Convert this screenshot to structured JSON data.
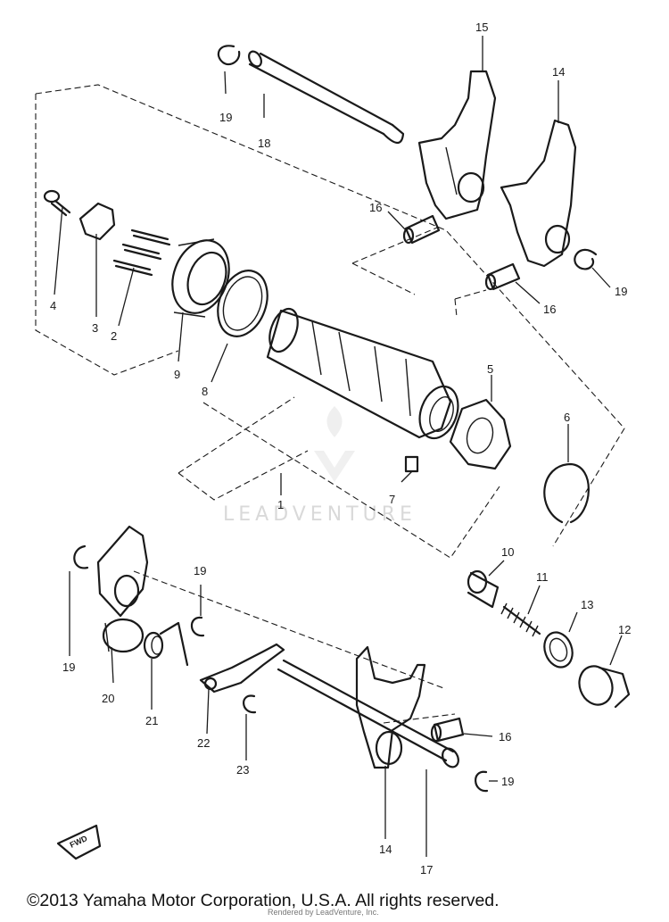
{
  "diagram": {
    "watermark": "LEADVENTURE",
    "fwd_label": "FWD",
    "callouts": [
      "1",
      "2",
      "3",
      "4",
      "5",
      "6",
      "7",
      "8",
      "9",
      "10",
      "11",
      "12",
      "13",
      "14",
      "14",
      "15",
      "16",
      "16",
      "16",
      "17",
      "18",
      "19",
      "19",
      "19",
      "19",
      "19",
      "20",
      "21",
      "22",
      "23"
    ]
  },
  "footer": {
    "copyright": "©2013 Yamaha Motor Corporation, U.S.A. All rights reserved.",
    "credit": "Rendered by LeadVenture, Inc."
  }
}
